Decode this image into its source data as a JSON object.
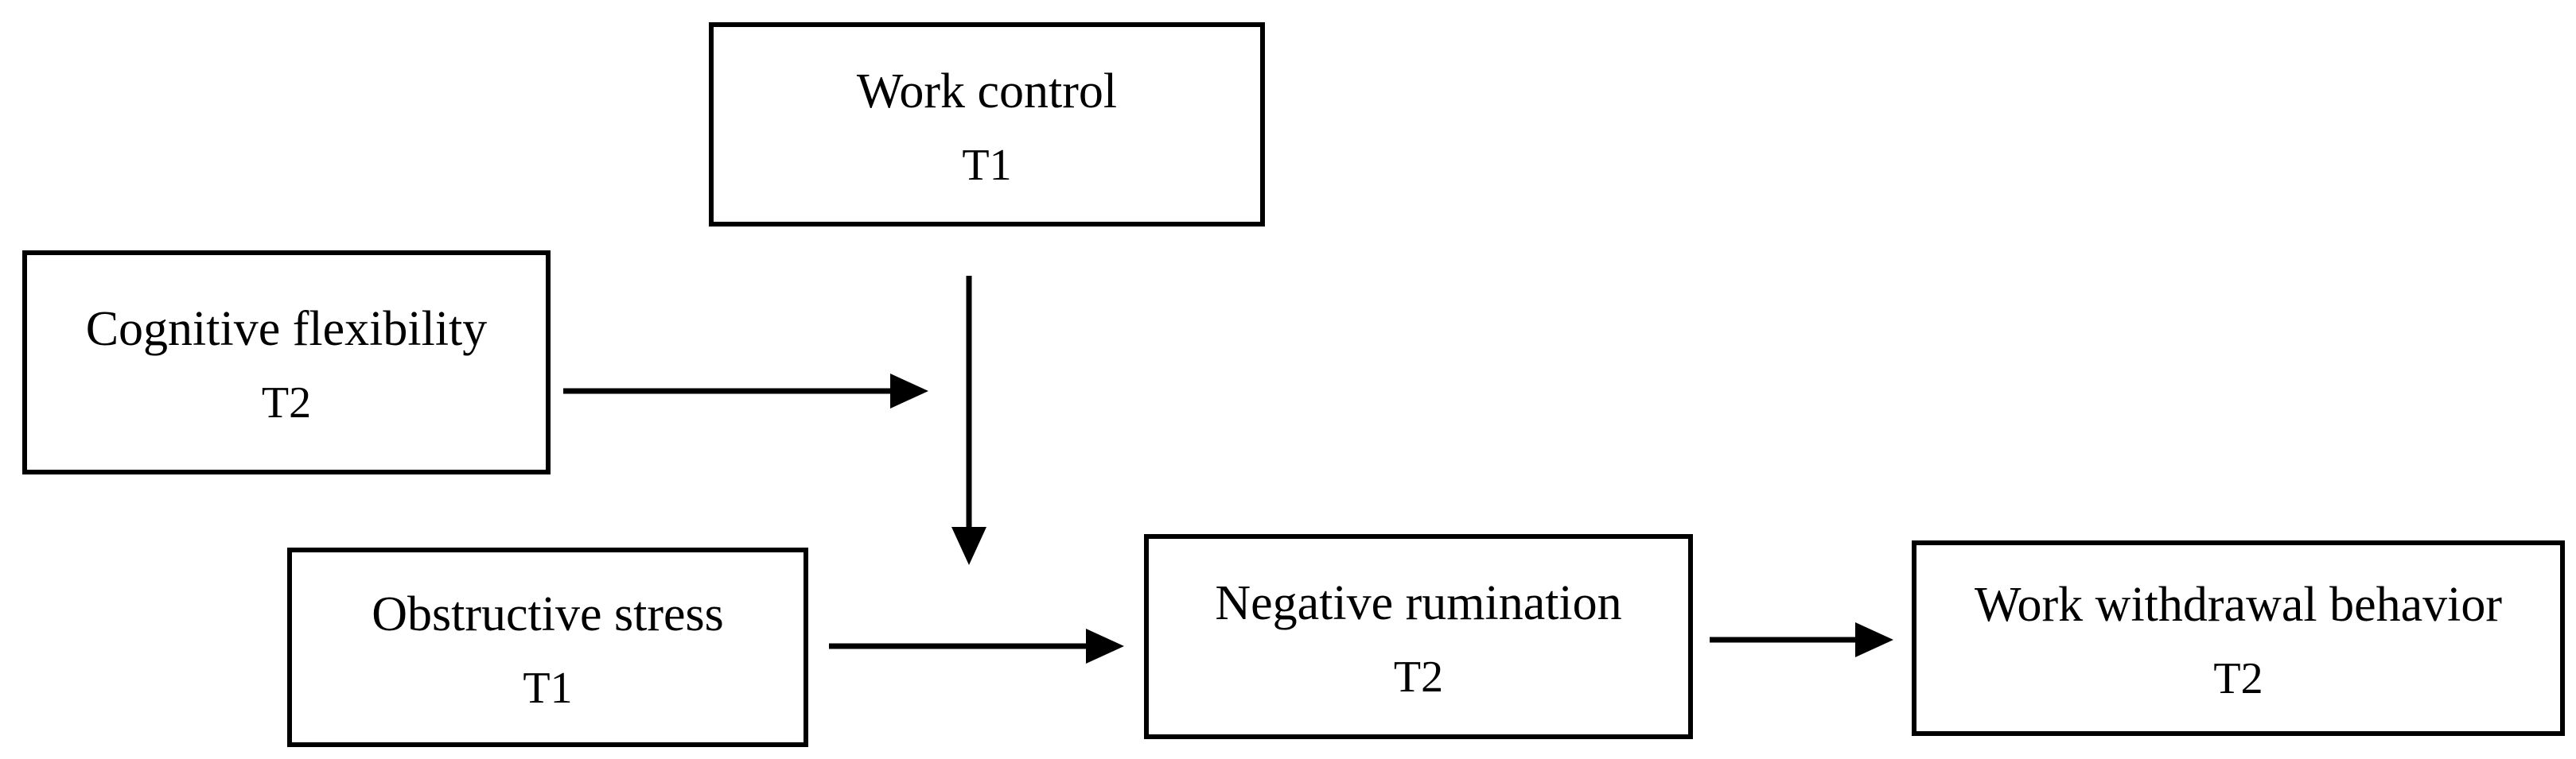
{
  "diagram": {
    "type": "path-model",
    "nodes": {
      "work_control": {
        "label": "Work control",
        "time": "T1"
      },
      "cognitive_flexibility": {
        "label": "Cognitive flexibility",
        "time": "T2"
      },
      "obstructive_stress": {
        "label": "Obstructive stress",
        "time": "T1"
      },
      "negative_rumination": {
        "label": "Negative rumination",
        "time": "T2"
      },
      "work_withdrawal_behavior": {
        "label": "Work withdrawal behavior",
        "time": "T2"
      }
    },
    "edges": [
      {
        "from": "cognitive_flexibility",
        "to": "work_control_moderation_point",
        "style": "arrow",
        "direction": "right"
      },
      {
        "from": "work_control",
        "to": "obstructive_stress_to_negative_rumination_path",
        "style": "arrow",
        "direction": "down"
      },
      {
        "from": "obstructive_stress",
        "to": "negative_rumination",
        "style": "arrow",
        "direction": "right"
      },
      {
        "from": "negative_rumination",
        "to": "work_withdrawal_behavior",
        "style": "arrow",
        "direction": "right"
      }
    ],
    "colors": {
      "background": "#ffffff",
      "box_border": "#000000",
      "line": "#000000",
      "text": "#000000"
    }
  }
}
